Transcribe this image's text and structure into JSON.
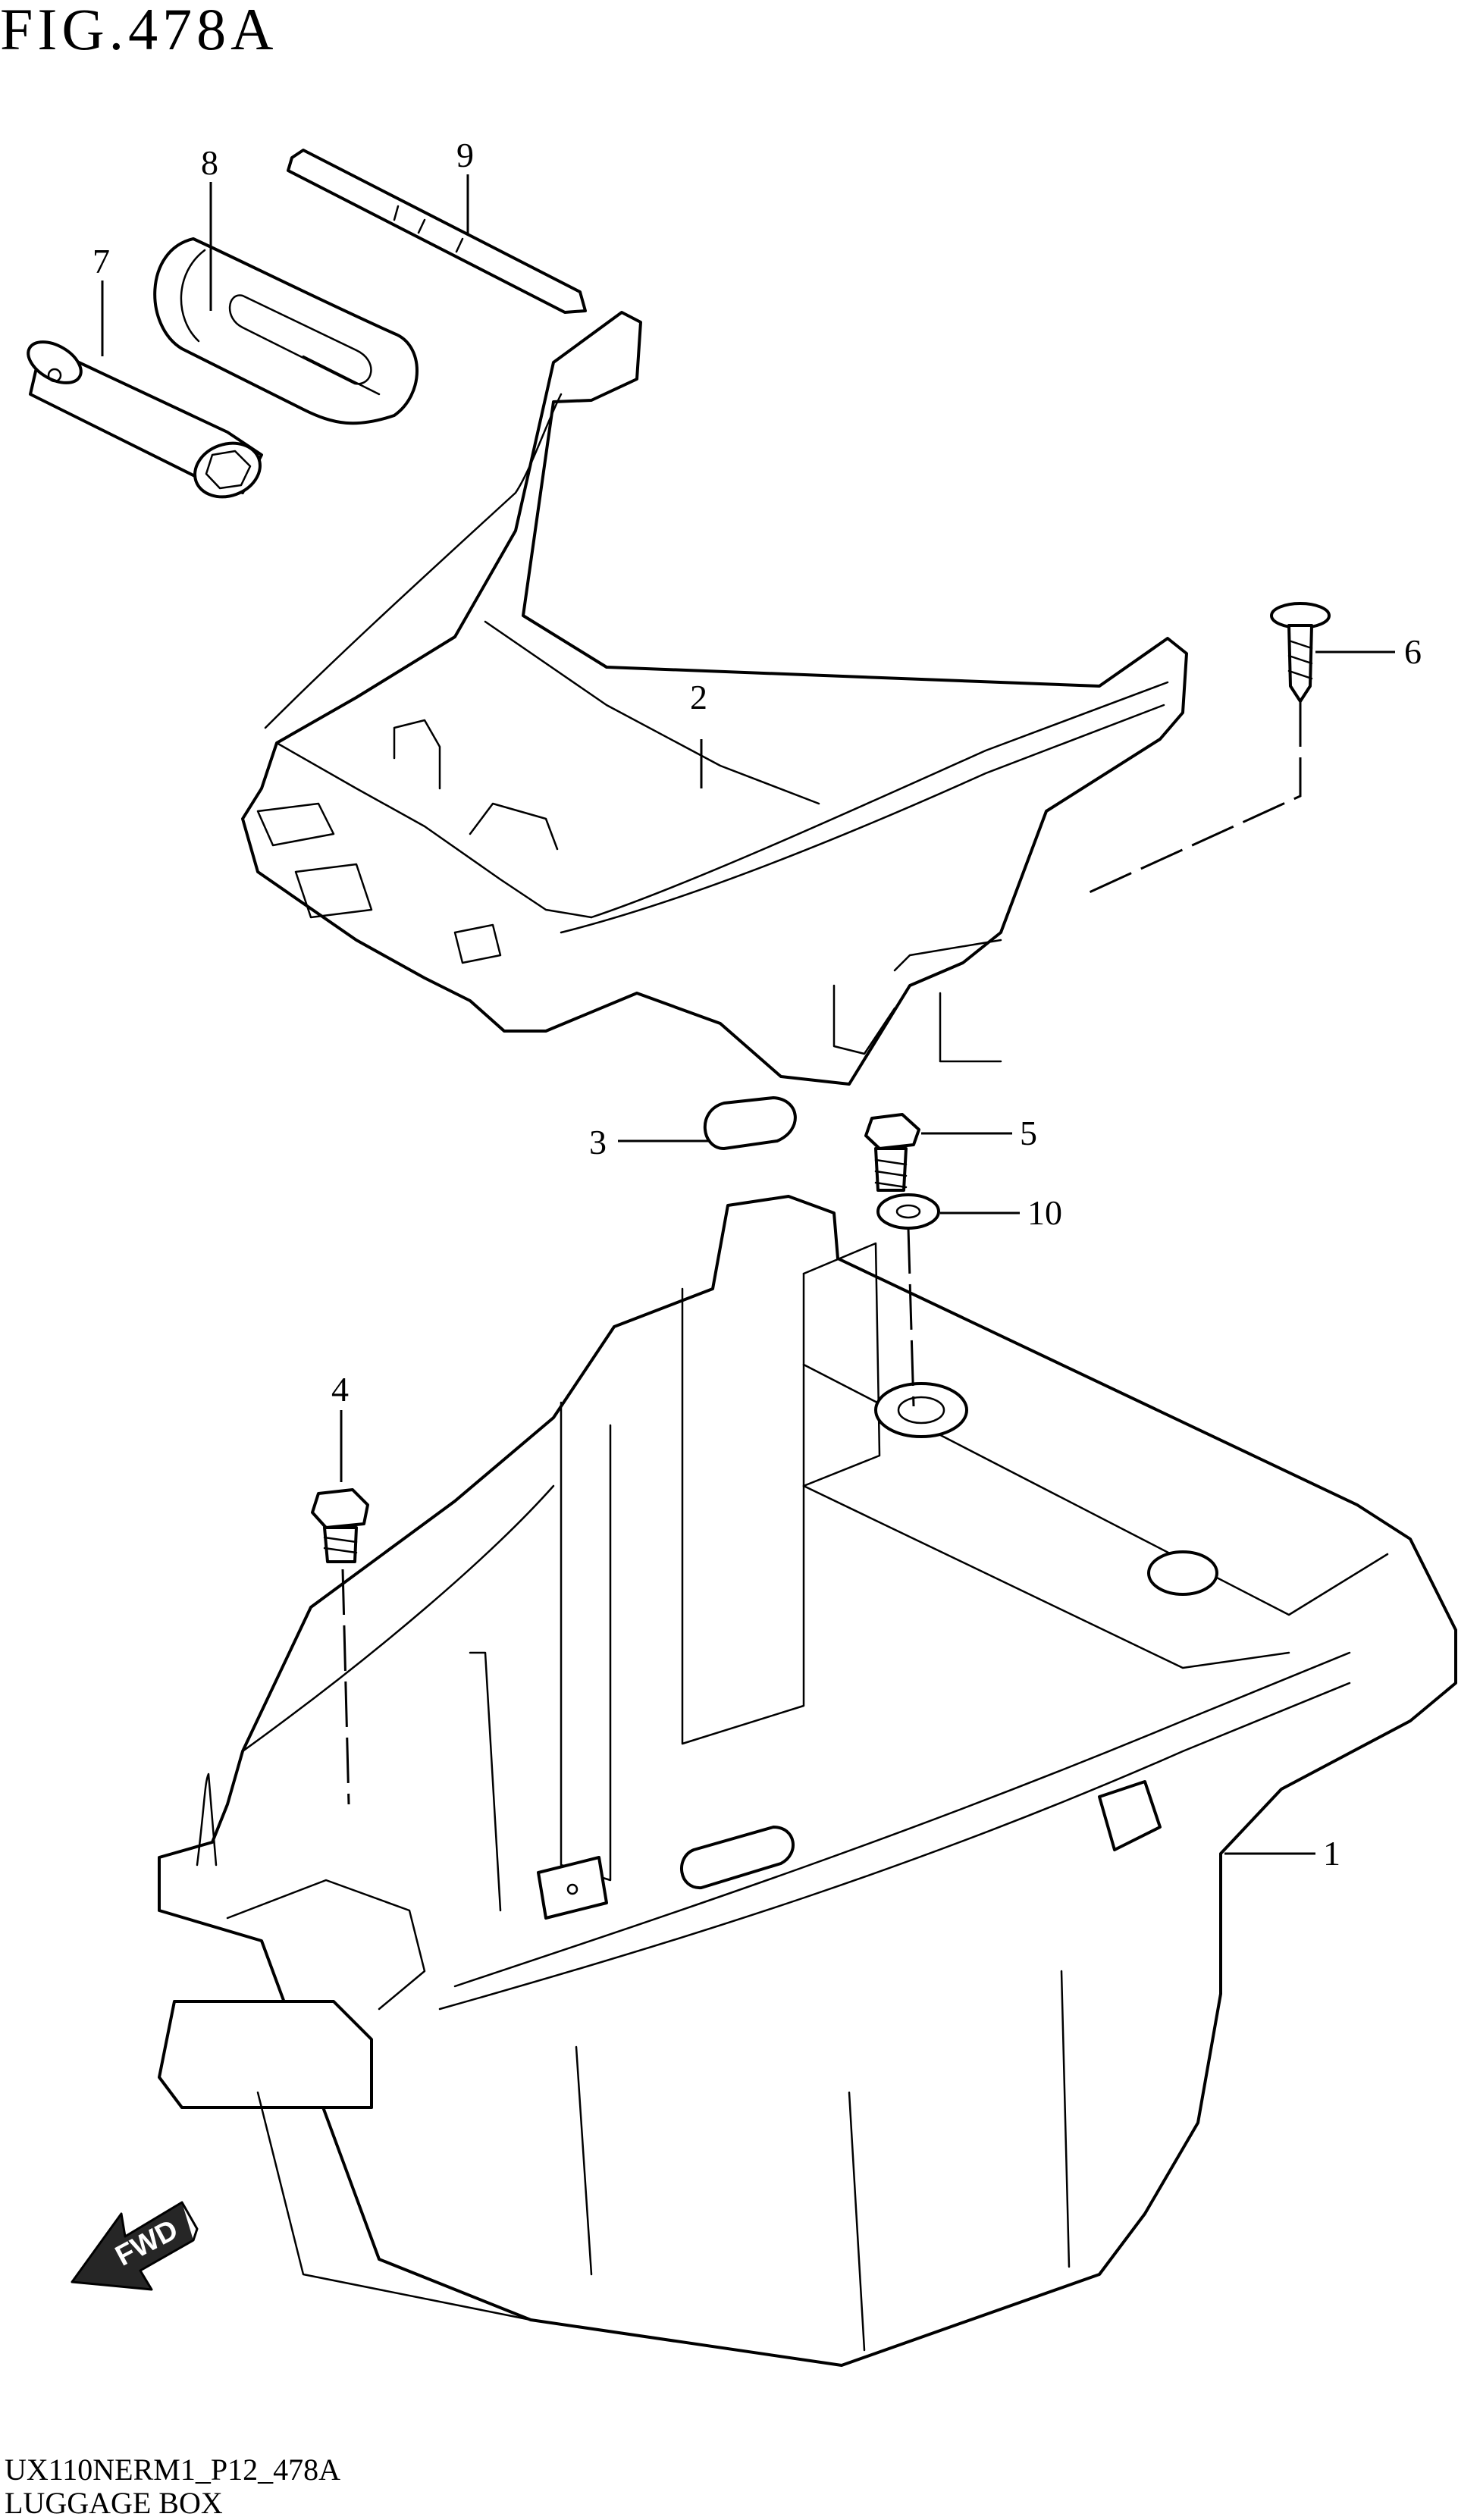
{
  "figure": {
    "title": "FIG.478A",
    "model_code": "UX110NERM1_P12_478A",
    "section_name": "LUGGAGE BOX",
    "fwd_label": "FWD"
  },
  "callouts": [
    {
      "id": "c1",
      "label": "1"
    },
    {
      "id": "c2",
      "label": "2"
    },
    {
      "id": "c3",
      "label": "3"
    },
    {
      "id": "c4",
      "label": "4"
    },
    {
      "id": "c5",
      "label": "5"
    },
    {
      "id": "c6",
      "label": "6"
    },
    {
      "id": "c7",
      "label": "7"
    },
    {
      "id": "c8",
      "label": "8"
    },
    {
      "id": "c9",
      "label": "9"
    },
    {
      "id": "c10",
      "label": "10"
    }
  ]
}
